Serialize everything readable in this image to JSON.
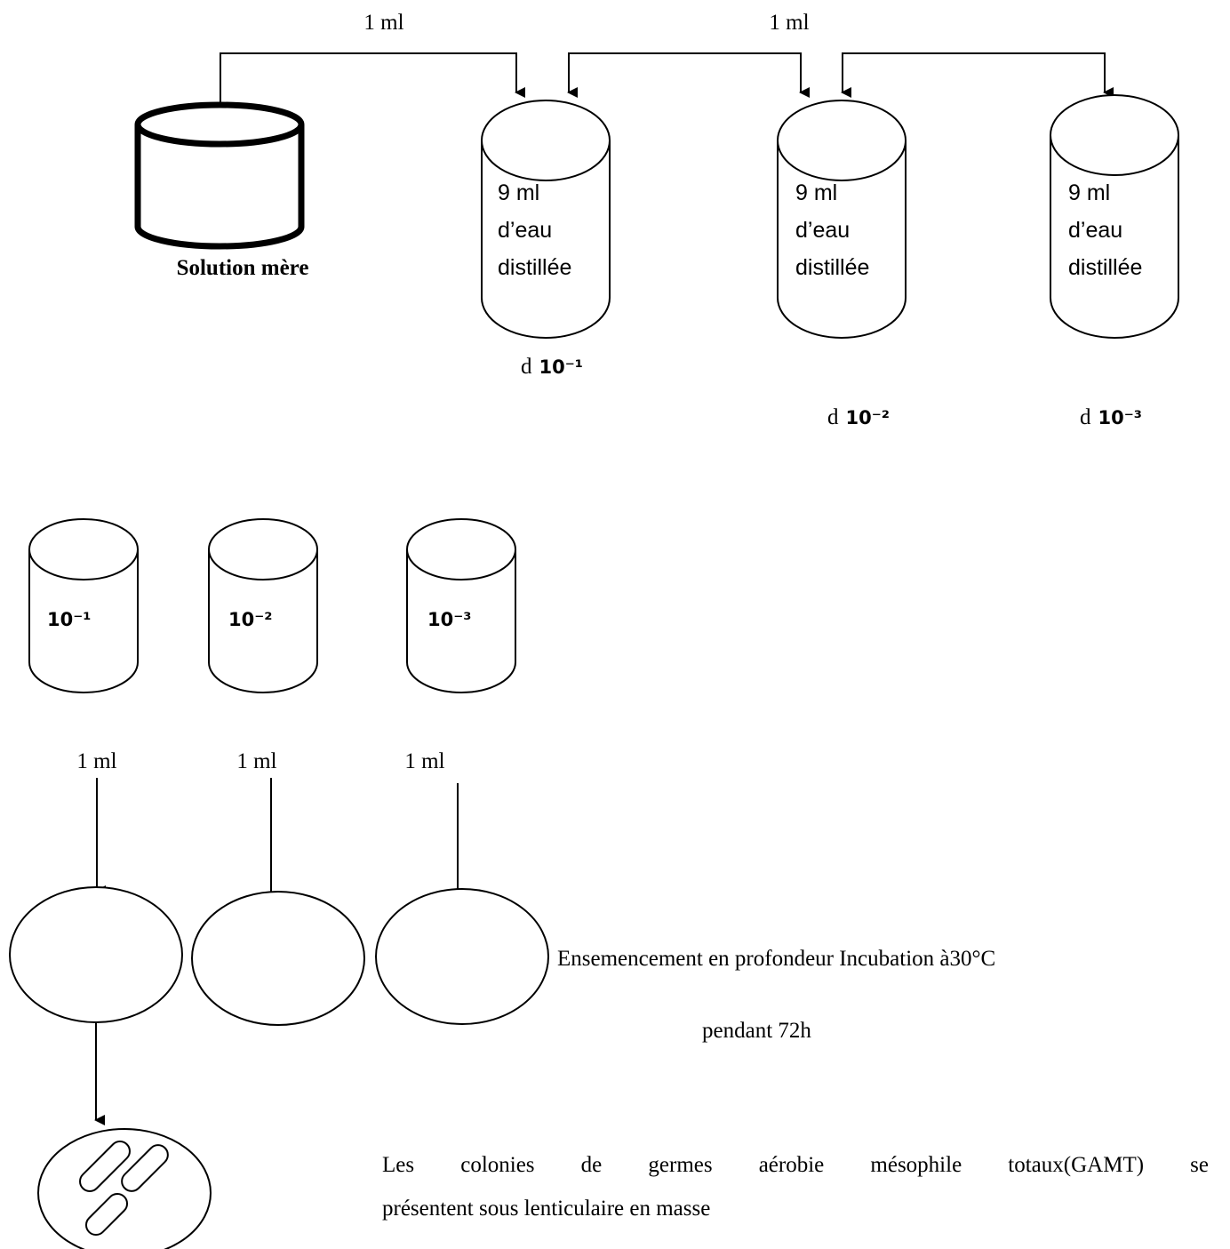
{
  "transfers": {
    "first_volume": "1 ml",
    "second_volume": "1 ml"
  },
  "mother_solution": {
    "label": "Solution mère"
  },
  "dilution_tubes": [
    {
      "content_line1": "9 ml",
      "content_line2": "d’eau",
      "content_line3": "distillée",
      "prefix": "d",
      "dilution": "10⁻¹"
    },
    {
      "content_line1": "9 ml",
      "content_line2": "d’eau",
      "content_line3": "distillée",
      "prefix": "d",
      "dilution": "10⁻²"
    },
    {
      "content_line1": "9 ml",
      "content_line2": "d’eau",
      "content_line3": "distillée",
      "prefix": "d",
      "dilution": "10⁻³"
    }
  ],
  "seeding_tubes": [
    {
      "label": "10⁻¹",
      "volume": "1 ml"
    },
    {
      "label": "10⁻²",
      "volume": "1 ml"
    },
    {
      "label": "10⁻³",
      "volume": "1 ml"
    }
  ],
  "incubation": {
    "line1": "Ensemencement en profondeur Incubation à30°C",
    "line2": "pendant  72h"
  },
  "result": {
    "line1": "Les colonies de germes aérobie mésophile totaux(GAMT) se",
    "line2": "présentent  sous lenticulaire en masse"
  }
}
